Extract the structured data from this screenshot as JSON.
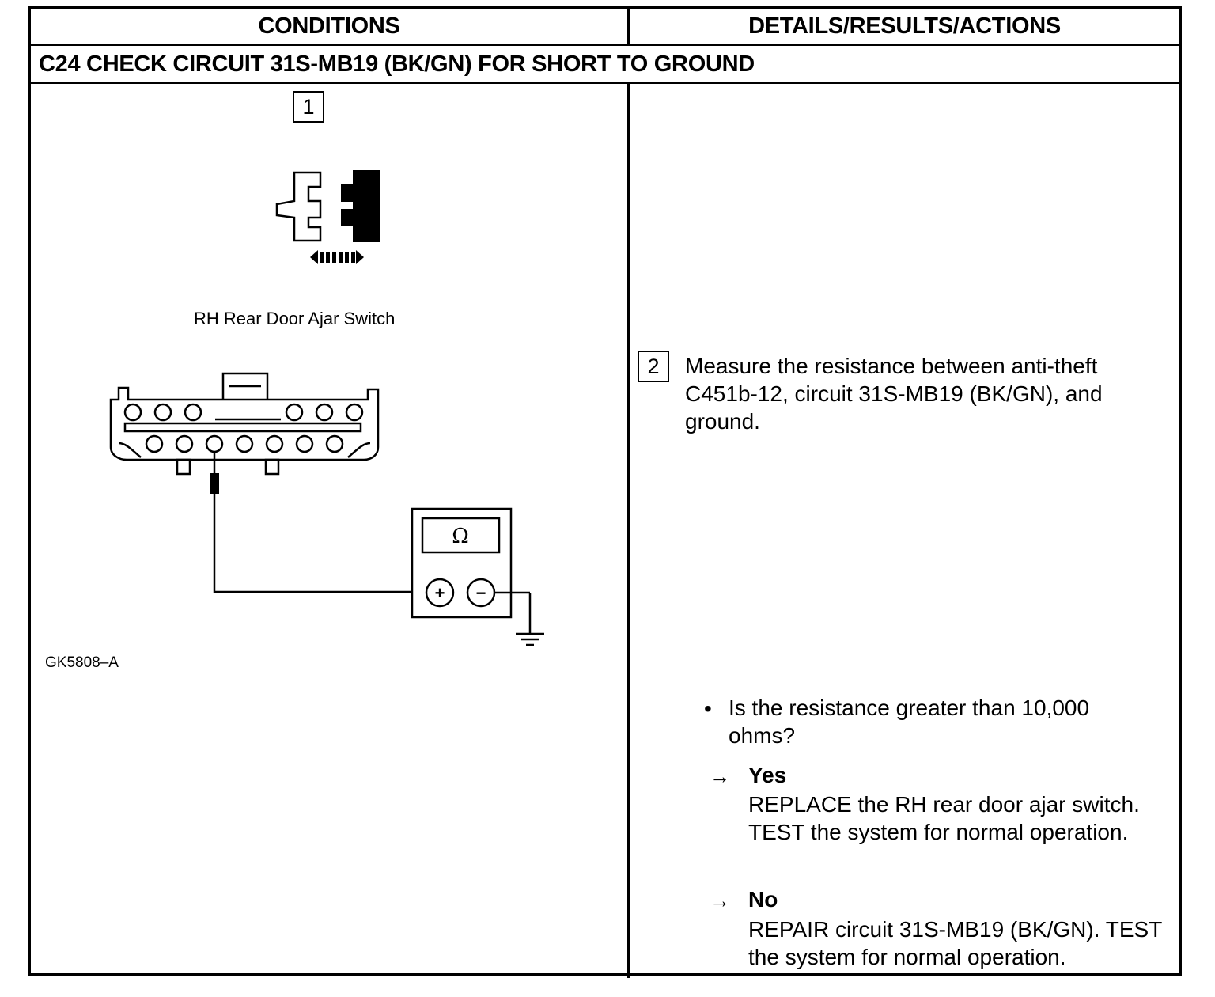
{
  "header": {
    "left": "CONDITIONS",
    "right": "DETAILS/RESULTS/ACTIONS"
  },
  "step_title": "C24 CHECK CIRCUIT 31S-MB19 (BK/GN) FOR SHORT TO GROUND",
  "figure": {
    "step1_number": "1",
    "caption": "RH Rear Door Ajar Switch",
    "meter_symbol": "Ω",
    "plus_symbol": "+",
    "minus_symbol": "−",
    "figure_id": "GK5808–A",
    "icons": [
      "switch-disconnect-icon",
      "connector-icon",
      "ohmmeter-icon",
      "ground-icon"
    ]
  },
  "details": {
    "step2_number": "2",
    "instruction": "Measure the resistance between anti-theft C451b-12, circuit 31S-MB19 (BK/GN), and ground.",
    "question_bullet": "•",
    "question": "Is the resistance greater than 10,000 ohms?",
    "arrow_symbol": "→",
    "yes_label": "Yes",
    "yes_action": "REPLACE the RH rear door ajar switch. TEST the system for normal operation.",
    "no_label": "No",
    "no_action": "REPAIR circuit 31S-MB19 (BK/GN). TEST the system for normal operation."
  }
}
